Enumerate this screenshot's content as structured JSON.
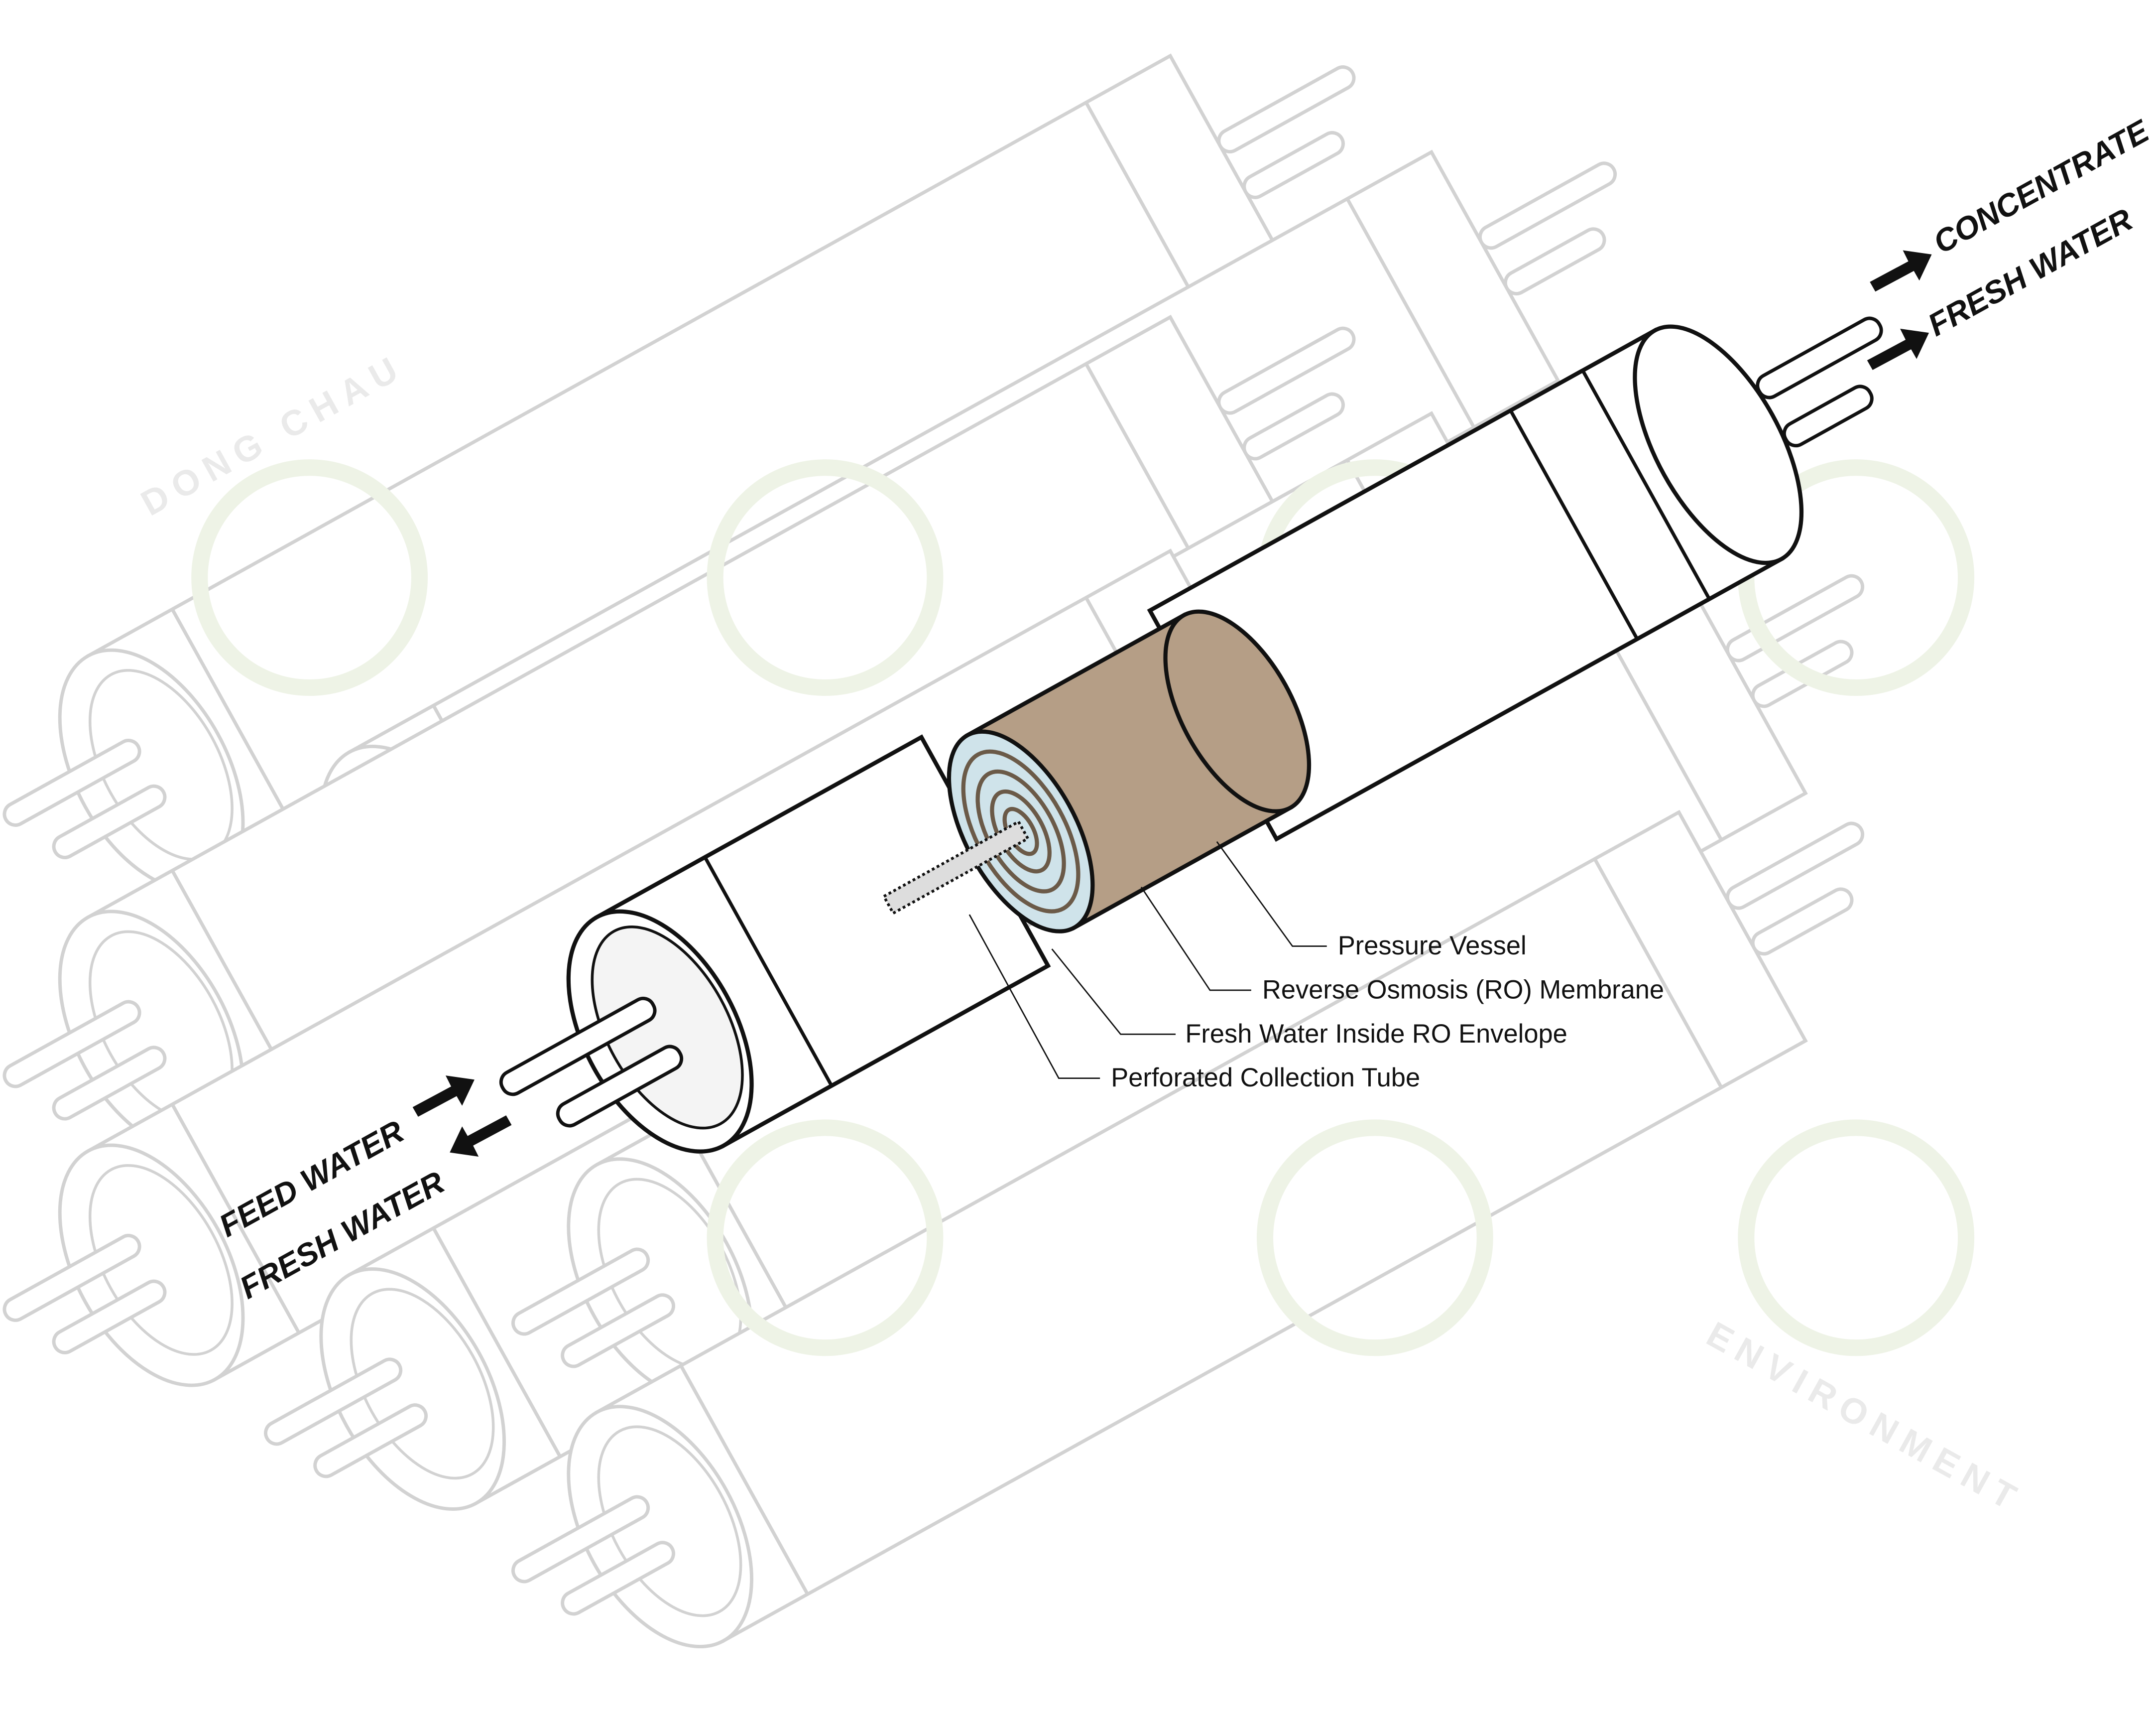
{
  "labels": {
    "pressure_vessel": "Pressure Vessel",
    "ro_membrane": "Reverse Osmosis (RO) Membrane",
    "fresh_water_envelope": "Fresh Water Inside RO Envelope",
    "collection_tube": "Perforated Collection Tube"
  },
  "flows": {
    "outlet_concentrate": "CONCENTRATE",
    "outlet_fresh_water": "FRESH WATER",
    "inlet_feed_water": "FEED WATER",
    "inlet_fresh_water": "FRESH WATER"
  },
  "watermark": {
    "line1": "DONG CHAU",
    "line2": "ENVIRONMENT"
  },
  "colors": {
    "membrane": "#b59e86",
    "envelope": "#cfe3ea",
    "outline": "#111111",
    "faded": "#d0d0d0"
  }
}
